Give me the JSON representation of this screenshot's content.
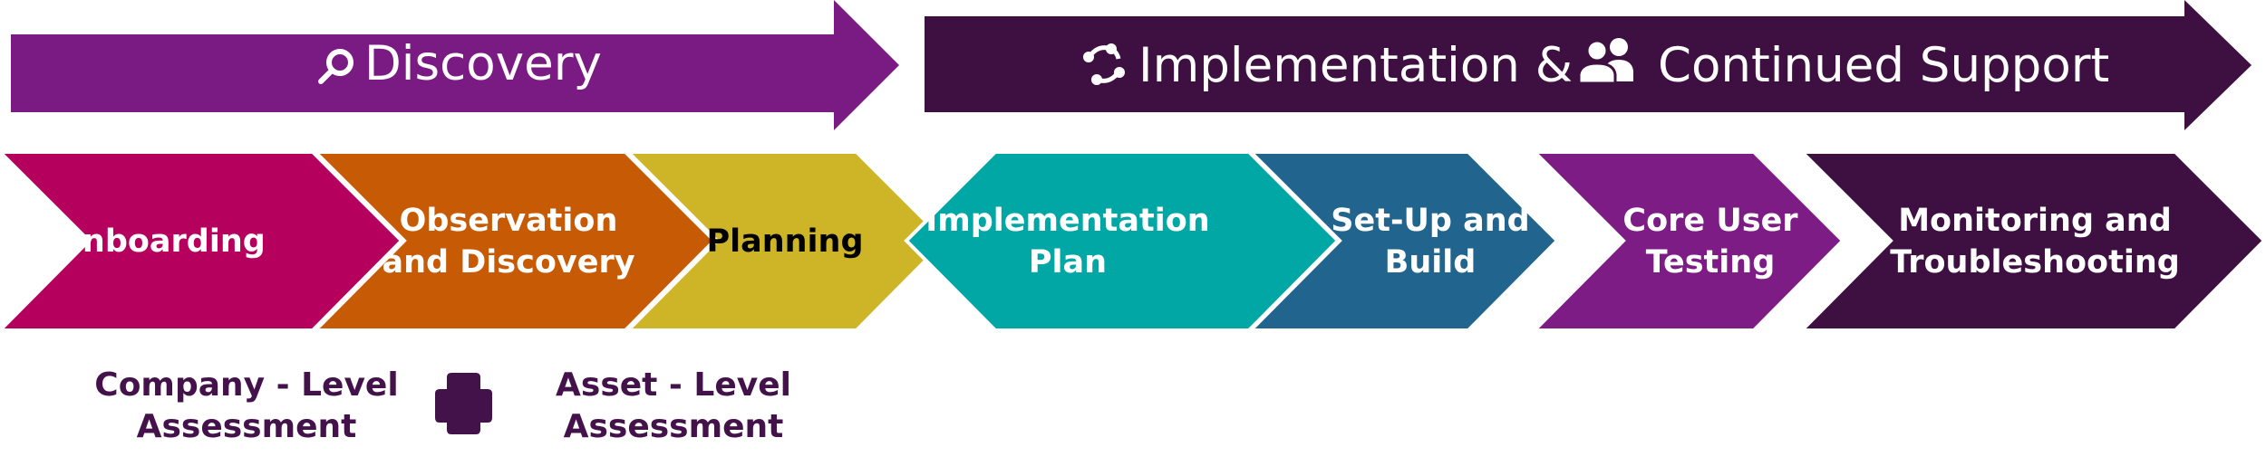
{
  "colors": {
    "discovery_banner": "#7a1a83",
    "implementation_banner": "#3e0f41",
    "onboarding": "#b5005d",
    "observation": "#c75a05",
    "planning": "#cdb527",
    "implementation_plan": "#00a7a5",
    "setup_build": "#21648e",
    "core_user_testing": "#7c1c84",
    "monitoring": "#3e0f41",
    "assessment_text": "#44124a"
  },
  "phases": {
    "discovery": {
      "label": "Discovery",
      "icon": "magnifier-icon"
    },
    "implementation": {
      "label": "Implementation & ",
      "label_2": "Continued Support",
      "icon_1": "cycle-arrows-icon",
      "icon_2": "users-icon"
    }
  },
  "steps": [
    {
      "line1": "Onboarding",
      "line2": ""
    },
    {
      "line1": "Observation",
      "line2": "and Discovery"
    },
    {
      "line1": "Planning",
      "line2": ""
    },
    {
      "line1": "Implementation",
      "line2": "Plan"
    },
    {
      "line1": "Set-Up and",
      "line2": "Build"
    },
    {
      "line1": "Core User",
      "line2": "Testing"
    },
    {
      "line1": "Monitoring and",
      "line2": "Troubleshooting"
    }
  ],
  "assessments": {
    "company": {
      "line1": "Company - Level",
      "line2": "Assessment"
    },
    "plus_icon": "plus-icon",
    "asset": {
      "line1": "Asset - Level",
      "line2": "Assessment"
    }
  }
}
